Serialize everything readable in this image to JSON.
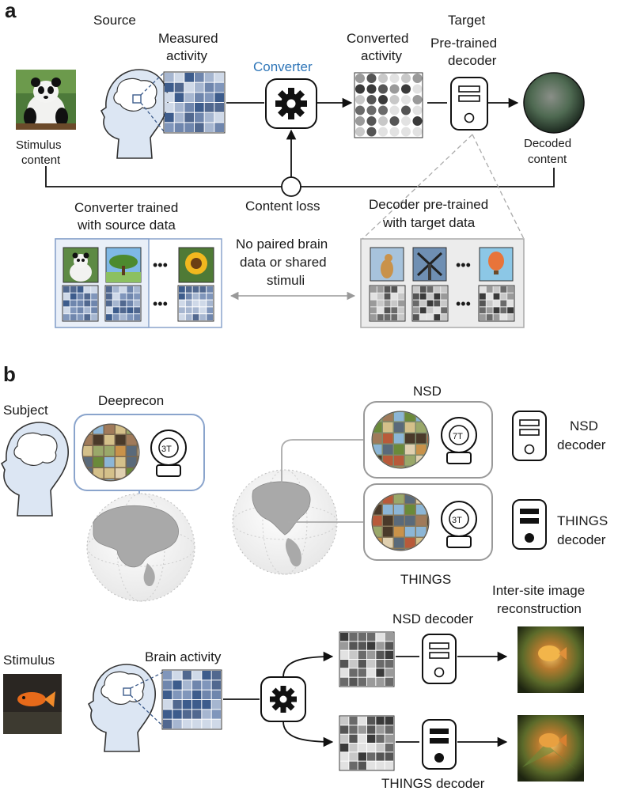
{
  "panel_a": {
    "letter": "a",
    "source": "Source",
    "measured_activity": [
      "Measured",
      "activity"
    ],
    "converter": "Converter",
    "converted_activity": [
      "Converted",
      "activity"
    ],
    "target": "Target",
    "pretrained_decoder": [
      "Pre-trained",
      "decoder"
    ],
    "stimulus_content": [
      "Stimulus",
      "content"
    ],
    "decoded_content": [
      "Decoded",
      "content"
    ],
    "content_loss": "Content loss",
    "converter_trained": [
      "Converter trained",
      "with source data"
    ],
    "decoder_pretrained": [
      "Decoder pre-trained",
      "with target data"
    ],
    "no_paired": [
      "No paired brain",
      "data or shared",
      "stimuli"
    ],
    "ellipsis": "•••"
  },
  "panel_b": {
    "letter": "b",
    "subject": "Subject",
    "deeprecon": "Deeprecon",
    "scanner_3t": "3T",
    "scanner_7t": "7T",
    "nsd": "NSD",
    "things": "THINGS",
    "nsd_decoder": [
      "NSD",
      "decoder"
    ],
    "things_decoder": [
      "THINGS",
      "decoder"
    ],
    "stimulus": "Stimulus",
    "brain_activity": "Brain activity",
    "nsd_decoder_label": "NSD decoder",
    "things_decoder_label": "THINGS decoder",
    "intersite": [
      "Inter-site image",
      "reconstruction"
    ]
  },
  "colors": {
    "accent_blue": "#2f76b8",
    "brain_blue": "#dce6f3",
    "grid_blue": "#3d5c8c",
    "panel_border": "#8aa4cc",
    "gray_panel": "#ececec"
  }
}
